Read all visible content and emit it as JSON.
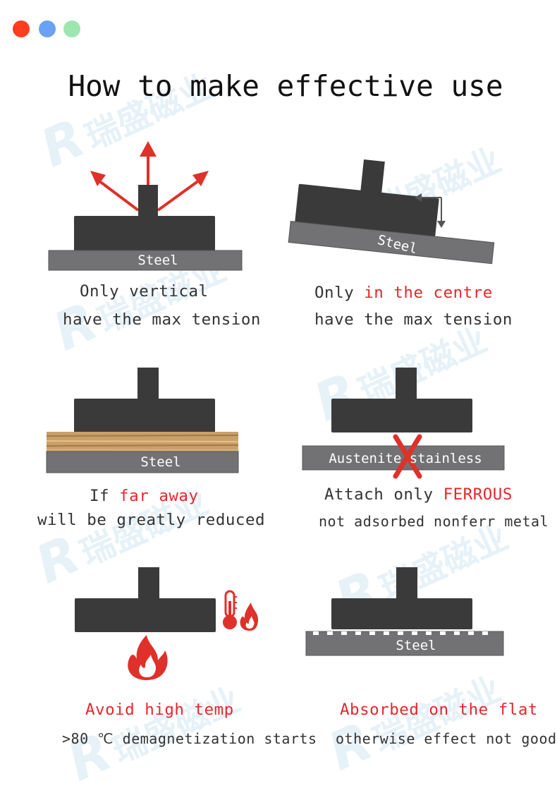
{
  "window_dots": [
    {
      "name": "red-dot",
      "color": "#ff3d1f"
    },
    {
      "name": "blue-dot",
      "color": "#6aa0f5"
    },
    {
      "name": "green-dot",
      "color": "#9ee6b0"
    }
  ],
  "title": "How to make effective use",
  "watermark": {
    "mark": "R",
    "text": "瑞盛磁业"
  },
  "labels": {
    "steel": "Steel",
    "austenite": "Austenite stainless"
  },
  "panels": [
    {
      "line1": "Only vertical",
      "line2": "have the max tension"
    },
    {
      "line1_pre": "Only ",
      "line1_red": "in the centre",
      "line2": "have the max tension"
    },
    {
      "line1_pre": "If ",
      "line1_red": "far away",
      "line2": "will be greatly reduced"
    },
    {
      "line1_pre": "Attach only ",
      "line1_red": "FERROUS",
      "line2": "not adsorbed nonferr metal"
    },
    {
      "line1_red": "Avoid high temp",
      "line2": ">80 ℃ demagnetization starts"
    },
    {
      "line1_red": "Absorbed on the flat",
      "line2": "otherwise effect not good"
    }
  ],
  "colors": {
    "magnet": "#3a3a3a",
    "steel": "#727275",
    "accent_red": "#e8262b",
    "wood": "#c9a06a"
  }
}
